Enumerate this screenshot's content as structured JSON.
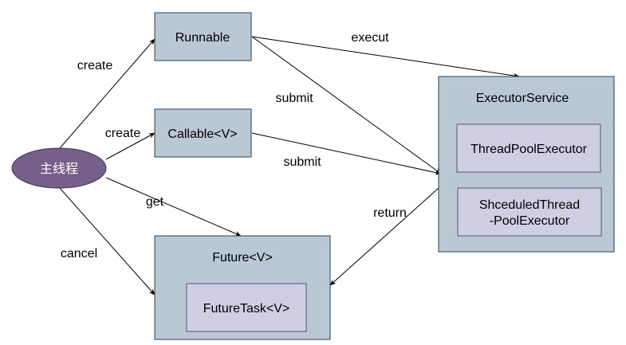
{
  "colors": {
    "box_fill": "#bac8d3",
    "box_stroke": "#23445d",
    "inner_fill": "#d0cee2",
    "inner_stroke": "#56517e",
    "ellipse_fill": "#76608a",
    "ellipse_stroke": "#432d57",
    "edge": "#000000"
  },
  "nodes": {
    "main_thread": "主线程",
    "runnable": "Runnable",
    "callable": "Callable<V>",
    "future": "Future<V>",
    "future_task": "FutureTask<V>",
    "executor_service": "ExecutorService",
    "thread_pool_executor": "ThreadPoolExecutor",
    "scheduled_line1": "ShceduledThread",
    "scheduled_line2": "-PoolExecutor"
  },
  "edges": {
    "create_runnable": "create",
    "create_callable": "create",
    "get": "get",
    "cancel": "cancel",
    "execut": "execut",
    "submit_runnable": "submit",
    "submit_callable": "submit",
    "return": "return"
  }
}
